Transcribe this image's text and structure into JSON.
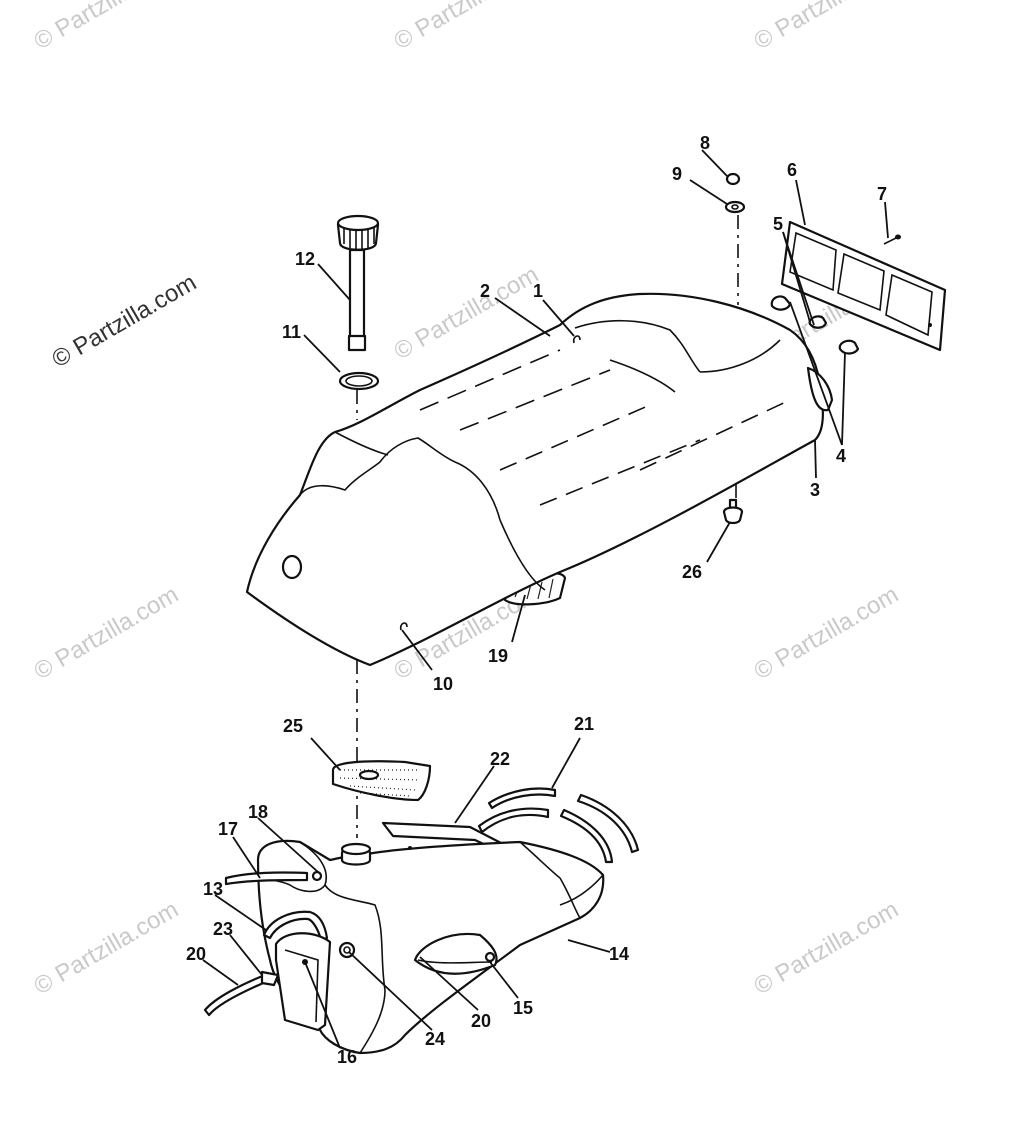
{
  "watermark": {
    "text": "© Partzilla.com"
  },
  "callouts": [
    "1",
    "2",
    "3",
    "4",
    "5",
    "6",
    "7",
    "8",
    "9",
    "10",
    "11",
    "12",
    "13",
    "14",
    "15",
    "16",
    "17",
    "18",
    "19",
    "20",
    "20",
    "21",
    "22",
    "23",
    "24",
    "25",
    "26"
  ]
}
